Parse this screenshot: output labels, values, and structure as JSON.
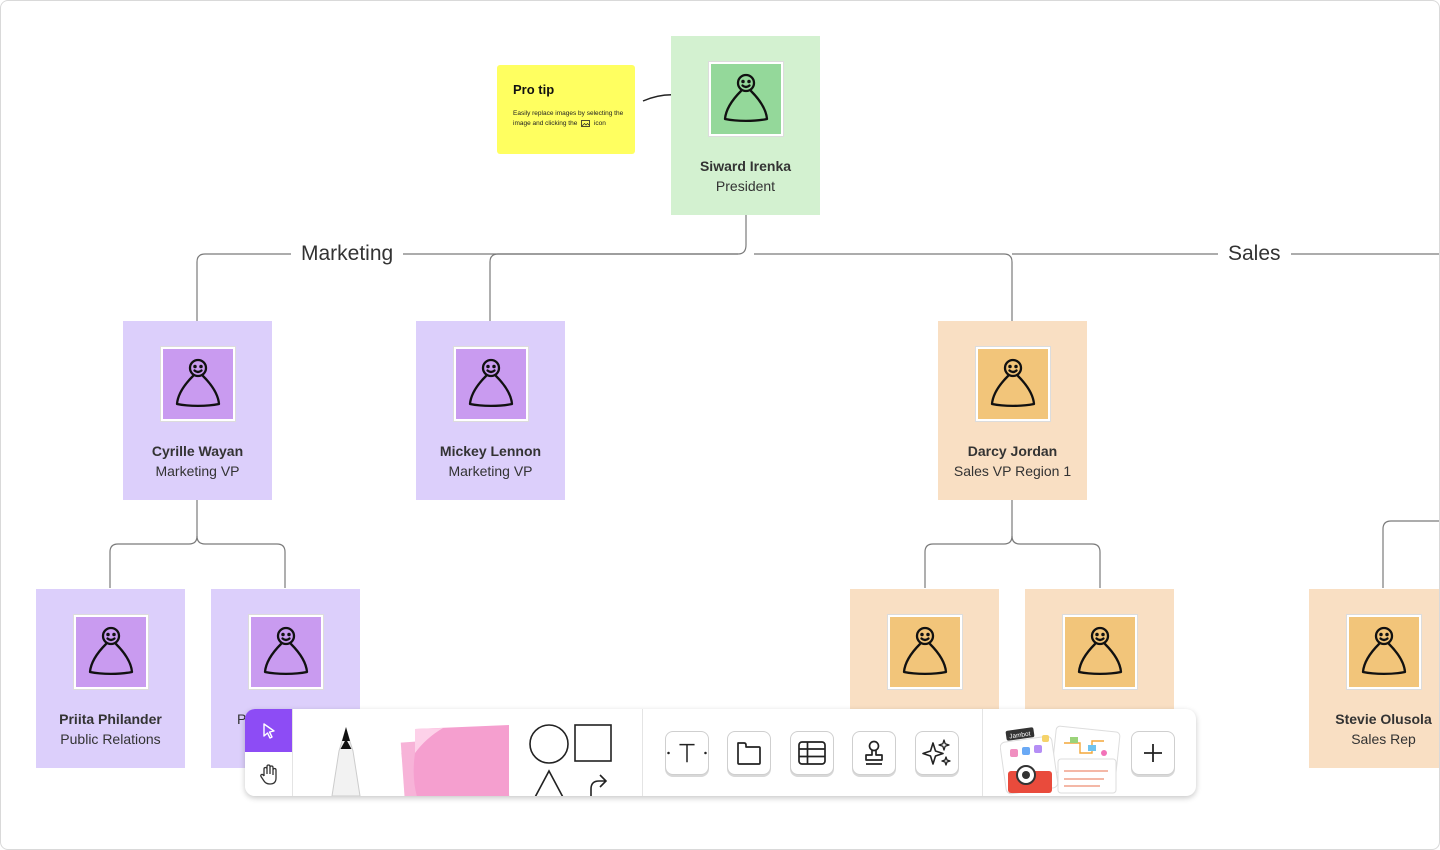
{
  "org_chart": {
    "groups": {
      "marketing": "Marketing",
      "sales": "Sales"
    },
    "president": {
      "name": "Siward Irenka",
      "role": "President",
      "avatar": "person-icon"
    },
    "marketing": [
      {
        "name": "Cyrille Wayan",
        "role": "Marketing VP"
      },
      {
        "name": "Mickey Lennon",
        "role": "Marketing VP"
      }
    ],
    "marketing_reports": [
      {
        "name": "Priita Philander",
        "role": "Public Relations"
      },
      {
        "name": "P",
        "role": ""
      }
    ],
    "sales": [
      {
        "name": "Darcy Jordan",
        "role": "Sales VP Region 1"
      }
    ],
    "sales_reports": [
      {
        "name": "",
        "role": ""
      },
      {
        "name": "",
        "role": ""
      },
      {
        "name": "Stevie Olusola",
        "role": "Sales Rep"
      }
    ]
  },
  "sticky_note": {
    "title": "Pro tip",
    "body_before_icon": "Easily replace images by selecting the image and clicking the",
    "body_after_icon": "icon",
    "inline_icon": "image-icon"
  },
  "toolbar": {
    "modes": [
      {
        "name": "select",
        "icon": "cursor-arrow-icon",
        "active": true
      },
      {
        "name": "pan",
        "icon": "hand-icon",
        "active": false
      }
    ],
    "tools": [
      "pen-icon",
      "sticky-note-icon",
      "shapes-icon",
      "text-icon",
      "frame-icon",
      "table-icon",
      "stamp-icon",
      "ai-sparkle-icon",
      "templates-icon",
      "plus-icon"
    ],
    "templates_label": "Jambot"
  },
  "colors": {
    "president_card": "#d3f1d0",
    "marketing_card": "#dccffb",
    "sales_card": "#f9dfc3",
    "sticky": "#ffff60",
    "active_tool": "#8d4cf5",
    "sticky_pad": "#f59fcf"
  }
}
